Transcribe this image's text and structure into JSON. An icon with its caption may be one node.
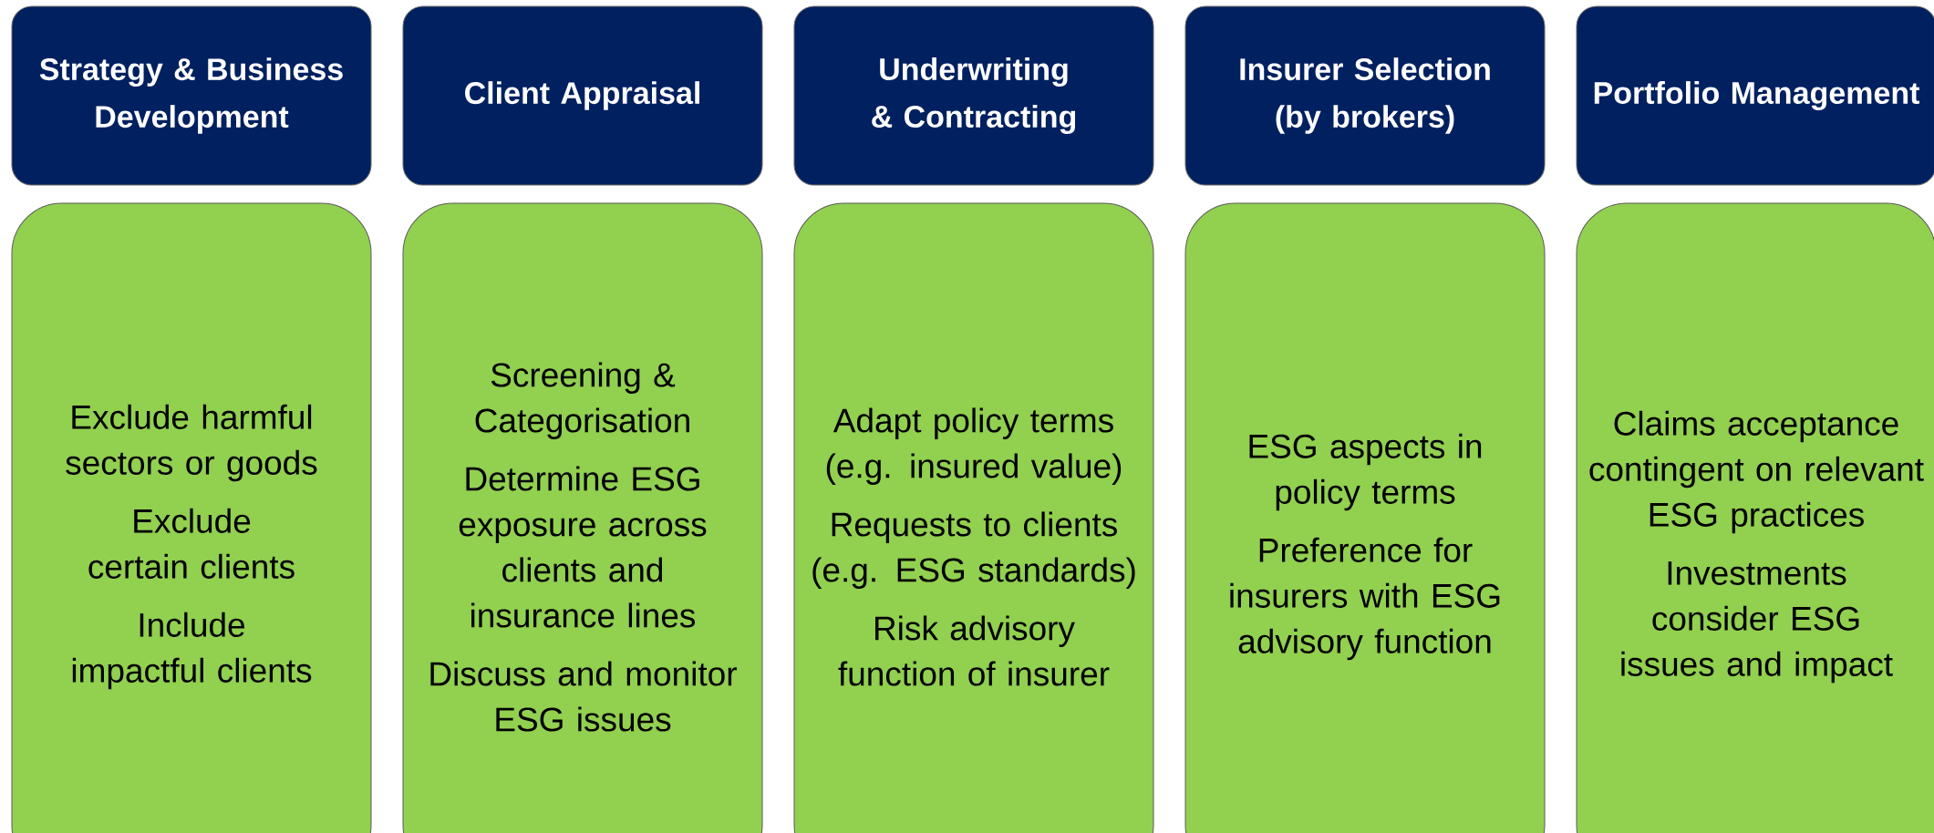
{
  "diagram": {
    "nodes": [
      {
        "text": [
          "Strategy & Business Development"
        ]
      },
      {
        "text": [
          "Client Appraisal"
        ]
      },
      {
        "text": [
          "Underwriting & Contracting"
        ]
      },
      {
        "text": [
          "Insurer Selection (by brokers)"
        ]
      },
      {
        "text": [
          "Portfolio Management"
        ]
      },
      {
        "text": [
          "Exclude harmful sectors or goods",
          "Exclude certain clients",
          "Include impactful clients"
        ]
      },
      {
        "text": [
          "Screening & Categorisation",
          "Determine ESG exposure across clients and insurance lines",
          "Discuss and monitor ESG issues"
        ]
      },
      {
        "text": [
          "Adapt policy terms (e.g. insured value)",
          "Requests to clients (e.g. ESG standards)",
          "Risk advisory function of insurer"
        ]
      },
      {
        "text": [
          "ESG aspects in policy terms",
          "Preference for insurers with ESG advisory function"
        ]
      },
      {
        "text": [
          "Claims acceptance contingent on relevant ESG practices",
          "Investments consider ESG issues and impact"
        ]
      }
    ]
  }
}
